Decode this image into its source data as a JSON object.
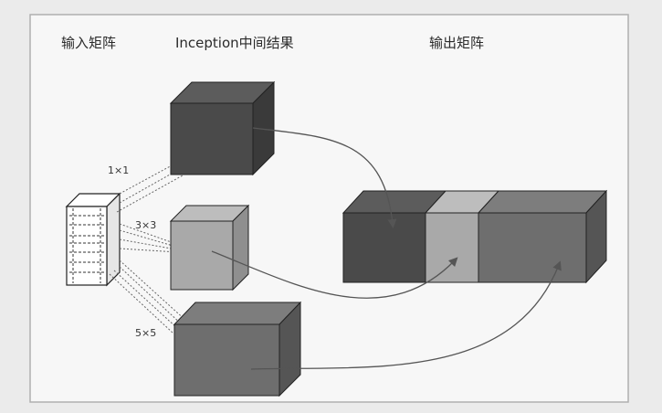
{
  "labels": {
    "input_title": "输入矩阵",
    "middle_title": "Inception中间结果",
    "output_title": "输出矩阵",
    "conv_1x1": "1×1",
    "conv_3x3": "3×3",
    "conv_5x5": "5×5"
  },
  "colors": {
    "page_background": "#ebebeb",
    "frame_background": "#f7f7f7",
    "frame_border": "#b0b0b0",
    "dark_cube": "#4a4a4a",
    "light_cube": "#a9a9a9",
    "medium_cube": "#6e6e6e",
    "arrow": "#555555"
  }
}
